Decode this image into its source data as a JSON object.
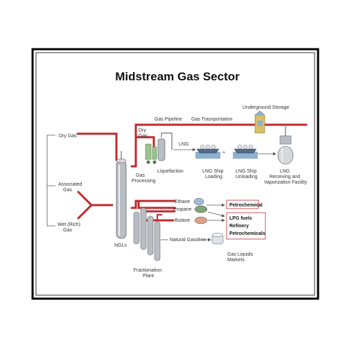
{
  "title": "Midstream Gas Sector",
  "sources": {
    "dry_gas": "Dry Gas",
    "associated_gas": [
      "Associated",
      "Gas"
    ],
    "wet_gas": [
      "Wet (Rich)",
      "Gas"
    ]
  },
  "labels": {
    "dry_gas_branch": [
      "Dry",
      "Gas"
    ],
    "gas_processing": [
      "Gas",
      "Processing"
    ],
    "ngls": "NGLs",
    "gas_pipeline": "Gas Pipeline",
    "gas_transportation": "Gas Trasnportation",
    "underground_storage": "Underground Storage",
    "liquefaction": "Liquefaction",
    "lng": "LNG",
    "lng_ship_loading": [
      "LNG Ship",
      "Loading"
    ],
    "lng_ship_unloading": [
      "LNG Ship",
      "Unloading"
    ],
    "lng_facility": [
      "LNG",
      "Receiving and",
      "Vaporization Facility"
    ],
    "ethane": "Ethane",
    "propane": "Propane",
    "butane": "Butane",
    "natural_gasoline": "Natural Gasoline",
    "fractionation_plant": [
      "Fractionation",
      "Plant"
    ],
    "gas_liquids_markets": [
      "Gas Liquids",
      "Markets"
    ]
  },
  "markets": {
    "petrochemical": "Petrochemical",
    "lpg_group": [
      "LPG fuels",
      "Refinery",
      "Petrochemicals"
    ]
  },
  "colors": {
    "pipeline": "#c0282d",
    "frame": "#000000",
    "vessel": "#b9bec5",
    "water": "#8fb0cf",
    "ethane_tank": "#9fbdd8",
    "propane_tank": "#7fa37a",
    "butane_tank": "#d9a08a",
    "storage": "#d9c06a"
  }
}
